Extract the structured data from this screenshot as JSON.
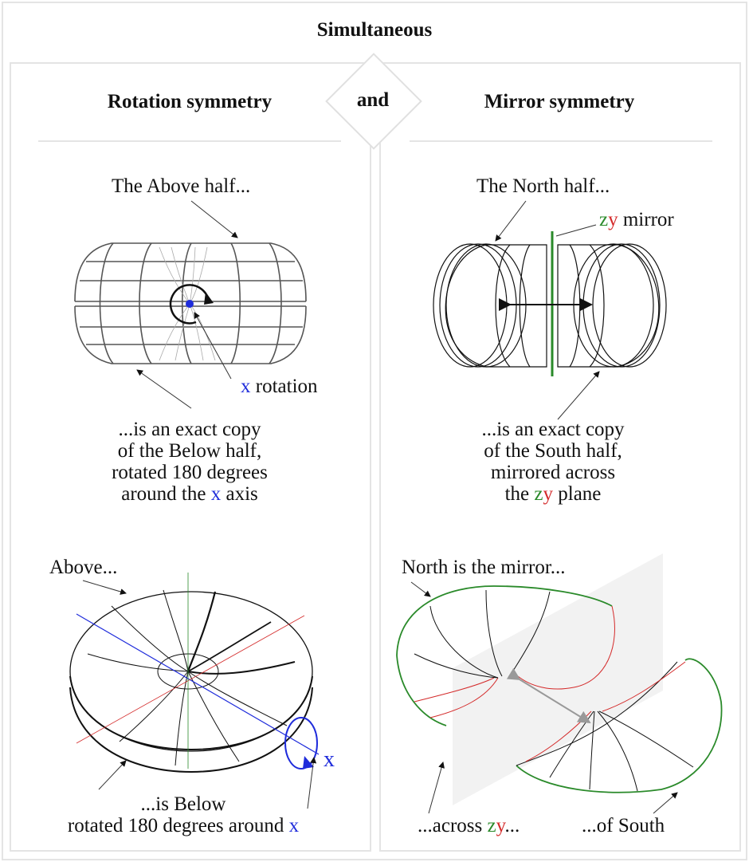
{
  "title": "Simultaneous",
  "and_label": "and",
  "left": {
    "header": "Rotation symmetry",
    "top_label": "The Above half...",
    "axis_letter": "x",
    "axis_label_rest": " rotation",
    "desc_line1": "...is an exact copy",
    "desc_line2": "of  the Below half,",
    "desc_line3": "rotated 180 degrees",
    "desc_line4_pre": "around the ",
    "desc_line4_axis": "x",
    "desc_line4_post": " axis",
    "above_label": "Above...",
    "bottom_line1": "...is Below",
    "bottom_line2_pre": "rotated 180 degrees around ",
    "bottom_line2_axis": "x",
    "x_axis_label": "x"
  },
  "right": {
    "header": "Mirror symmetry",
    "top_label": "The North half...",
    "mirror_z": "z",
    "mirror_y": "y",
    "mirror_rest": " mirror",
    "desc_line1": "...is an exact copy",
    "desc_line2": "of  the South half,",
    "desc_line3": "mirrored across",
    "desc_line4_pre": "the ",
    "desc_line4_z": "z",
    "desc_line4_y": "y",
    "desc_line4_post": " plane",
    "north_label": "North is the mirror...",
    "across_pre": "...across ",
    "across_z": "z",
    "across_y": "y",
    "across_post": "...",
    "south_label": "...of South"
  },
  "colors": {
    "x_axis": "#1f2cdb",
    "z_axis": "#2a8a2a",
    "y_axis": "#d42b2b",
    "frame": "#e4e4e4"
  }
}
